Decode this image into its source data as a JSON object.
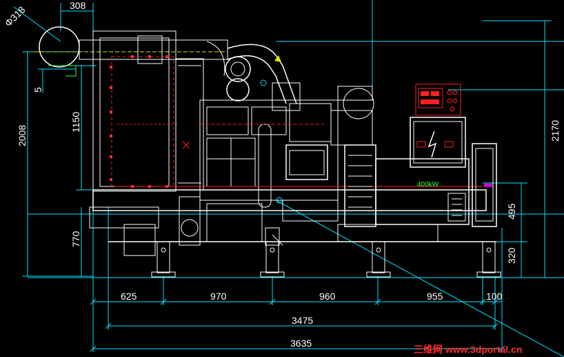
{
  "dimensions": {
    "top_308": "308",
    "dia_318": "Φ318",
    "left_5": "5",
    "left_2008": "2008",
    "left_1150": "1150",
    "left_770": "770",
    "right_2170": "2170",
    "right_495": "495",
    "right_320": "320",
    "bottom_625": "625",
    "bottom_970": "970",
    "bottom_960": "960",
    "bottom_955": "955",
    "bottom_100": "100",
    "bottom_3475": "3475",
    "bottom_3635": "3635"
  },
  "rating_label": "400kW",
  "watermark": "三维网 www.3dportal.cn",
  "colors": {
    "background": "#000000",
    "dimension": "#00e5ff",
    "outline": "#ffffff",
    "accent": "#ff2020",
    "exhaust": "#e8e800"
  }
}
